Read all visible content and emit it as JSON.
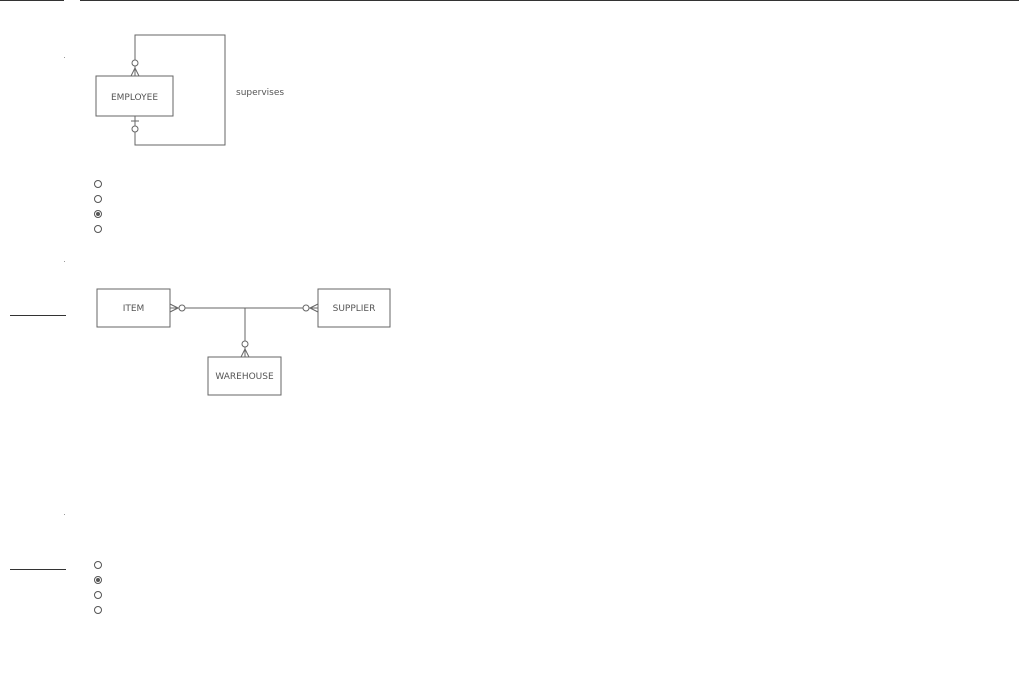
{
  "diagram1": {
    "entity": "EMPLOYEE",
    "relationship": "supervises"
  },
  "question1": {
    "options": [
      {
        "selected": false
      },
      {
        "selected": false
      },
      {
        "selected": true
      },
      {
        "selected": false
      }
    ]
  },
  "diagram2": {
    "entity_item": "ITEM",
    "entity_supplier": "SUPPLIER",
    "entity_warehouse": "WAREHOUSE"
  },
  "question2": {
    "options": [
      {
        "selected": false
      },
      {
        "selected": true
      },
      {
        "selected": false
      },
      {
        "selected": false
      }
    ]
  }
}
